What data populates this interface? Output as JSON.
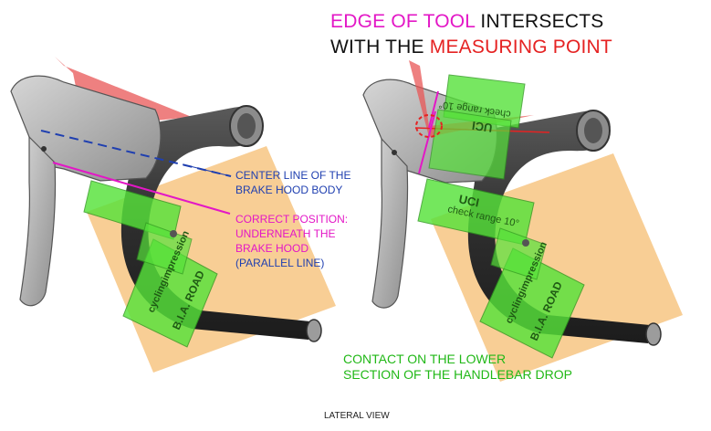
{
  "title": {
    "part1": "EDGE OF TOOL",
    "part2": " INTERSECTS",
    "line2a": "WITH THE ",
    "line2b": "MEASURING POINT"
  },
  "left_labels": {
    "center_line": [
      "CENTER LINE OF THE",
      "BRAKE HOOD BODY"
    ],
    "correct_position": [
      "CORRECT POSITION:",
      "UNDERNEATH THE",
      "BRAKE HOOD"
    ],
    "parallel_line": "(PARALLEL LINE)"
  },
  "right_labels": {
    "contact": [
      "CONTACT ON THE LOWER",
      "SECTION OF THE HANDLEBAR DROP"
    ]
  },
  "tool_text": {
    "brand": "cyclingimpression",
    "model": "B.I.A. ROAD",
    "uci": "UCI",
    "check": "check range 10°"
  },
  "caption": "LATERAL VIEW",
  "colors": {
    "magenta": "#e317c6",
    "red": "#e52222",
    "blue": "#1f3fb0",
    "green": "#21b817",
    "tool_green": "#56e23a",
    "plate": "#f7c98a",
    "bar": "#3b3b3b",
    "lever": "#b8b8b8"
  }
}
